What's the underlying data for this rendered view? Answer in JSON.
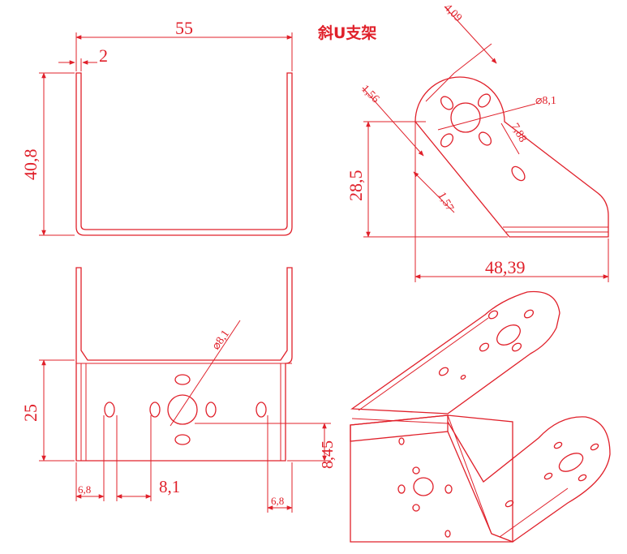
{
  "title": "斜U支架",
  "accent_color": "#e0202a",
  "views": {
    "front": {
      "dims": {
        "width": "55",
        "thickness": "2",
        "height": "40,8"
      }
    },
    "side": {
      "dims": {
        "d1": "4,09",
        "d2": "1,56",
        "hole": "⌀8,1",
        "d3": "7,88",
        "height": "28,5",
        "d4": "1,57",
        "width": "48,39"
      }
    },
    "bottom": {
      "dims": {
        "hole": "⌀8,1",
        "height": "25",
        "d1": "8,45",
        "left": "6,8",
        "center": "8,1",
        "right": "6,8"
      }
    }
  }
}
